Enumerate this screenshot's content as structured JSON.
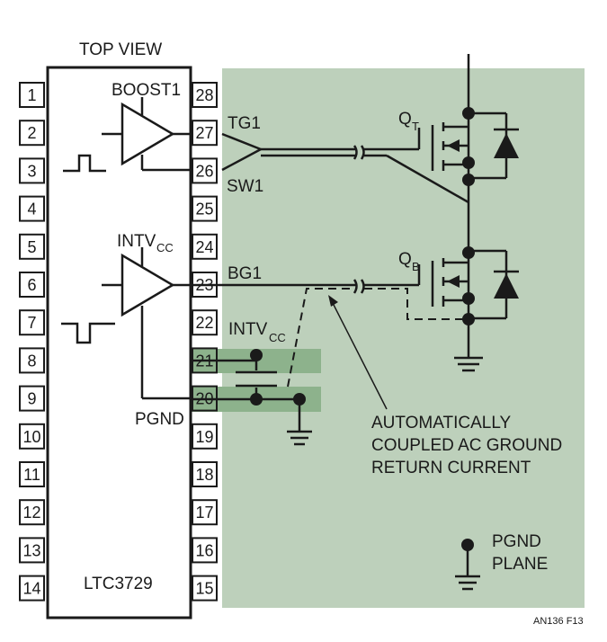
{
  "diagram": {
    "chip": {
      "view_label": "TOP VIEW",
      "part_number": "LTC3729",
      "pins_left": [
        "1",
        "2",
        "3",
        "4",
        "5",
        "6",
        "7",
        "8",
        "9",
        "10",
        "11",
        "12",
        "13",
        "14"
      ],
      "pins_right": [
        "28",
        "27",
        "26",
        "25",
        "24",
        "23",
        "22",
        "21",
        "20",
        "19",
        "18",
        "17",
        "16",
        "15"
      ]
    },
    "drivers": {
      "top_driver_label": "BOOST1",
      "bottom_driver_label_main": "INTV",
      "bottom_driver_label_sub": "CC",
      "pgnd_label": "PGND"
    },
    "nets": {
      "tg": "TG1",
      "sw": "SW1",
      "bg": "BG1",
      "intvcc_main": "INTV",
      "intvcc_sub": "CC"
    },
    "transistors": {
      "top_main": "Q",
      "top_sub": "T",
      "bottom_main": "Q",
      "bottom_sub": "B"
    },
    "annotation": {
      "line1": "AUTOMATICALLY",
      "line2": "COUPLED AC GROUND",
      "line3": "RETURN CURRENT"
    },
    "legend": {
      "line1": "PGND",
      "line2": "PLANE"
    },
    "figure_id": "AN136 F13",
    "colors": {
      "pgnd_plane": "#bdd0bb",
      "pin_highlight": "#8db28c",
      "ink": "#1a1a1a"
    }
  }
}
